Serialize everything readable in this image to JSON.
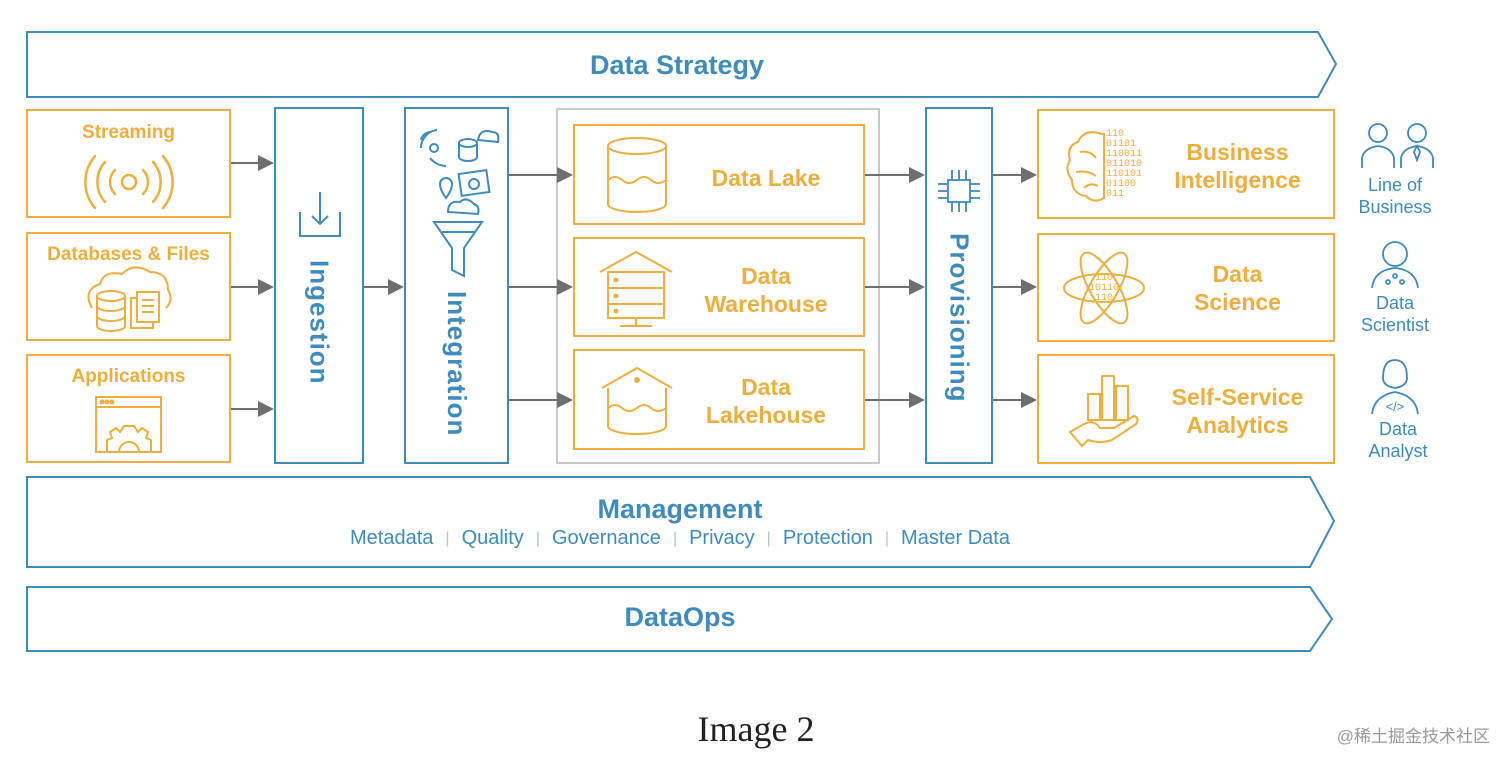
{
  "strategy": {
    "label": "Data Strategy"
  },
  "sources": [
    {
      "label": "Streaming",
      "icon": "streaming-icon"
    },
    {
      "label": "Databases & Files",
      "icon": "database-files-icon"
    },
    {
      "label": "Applications",
      "icon": "application-gear-icon"
    }
  ],
  "ingestion": {
    "label": "Ingestion",
    "icon": "download-arrow-icon"
  },
  "integration": {
    "label": "Integration",
    "icon": "integration-funnel-icon"
  },
  "storage": [
    {
      "label": "Data Lake",
      "icon": "lake-cylinder-icon"
    },
    {
      "label": "Data\nWarehouse",
      "line1": "Data",
      "line2": "Warehouse",
      "icon": "warehouse-icon"
    },
    {
      "label": "Data\nLakehouse",
      "line1": "Data",
      "line2": "Lakehouse",
      "icon": "lakehouse-icon"
    }
  ],
  "provisioning": {
    "label": "Provisioning",
    "icon": "circuit-chip-icon"
  },
  "outputs": [
    {
      "line1": "Business",
      "line2": "Intelligence",
      "icon": "brain-binary-icon",
      "binary": [
        "110",
        "01101",
        "110011",
        "011010",
        "110101",
        "01100",
        "011"
      ]
    },
    {
      "line1": "Data",
      "line2": "Science",
      "icon": "atom-binary-icon",
      "binary": [
        "110",
        "10110",
        "110"
      ]
    },
    {
      "line1": "Self-Service",
      "line2": "Analytics",
      "icon": "hand-chart-icon"
    }
  ],
  "personas": [
    {
      "line1": "Line of",
      "line2": "Business",
      "icon": "business-people-icon"
    },
    {
      "line1": "Data",
      "line2": "Scientist",
      "icon": "data-scientist-icon"
    },
    {
      "line1": "Data",
      "line2": "Analyst",
      "icon": "data-analyst-icon",
      "code_glyph": "</>"
    }
  ],
  "management": {
    "label": "Management",
    "items": [
      "Metadata",
      "Quality",
      "Governance",
      "Privacy",
      "Protection",
      "Master Data"
    ]
  },
  "dataops": {
    "label": "DataOps"
  },
  "caption": "Image 2",
  "watermark": "@稀土掘金技术社区",
  "colors": {
    "blue": "#3d8bbf",
    "orange": "#efae3c",
    "arrow": "#6f6f6f",
    "frame": "#c9c9c9"
  }
}
